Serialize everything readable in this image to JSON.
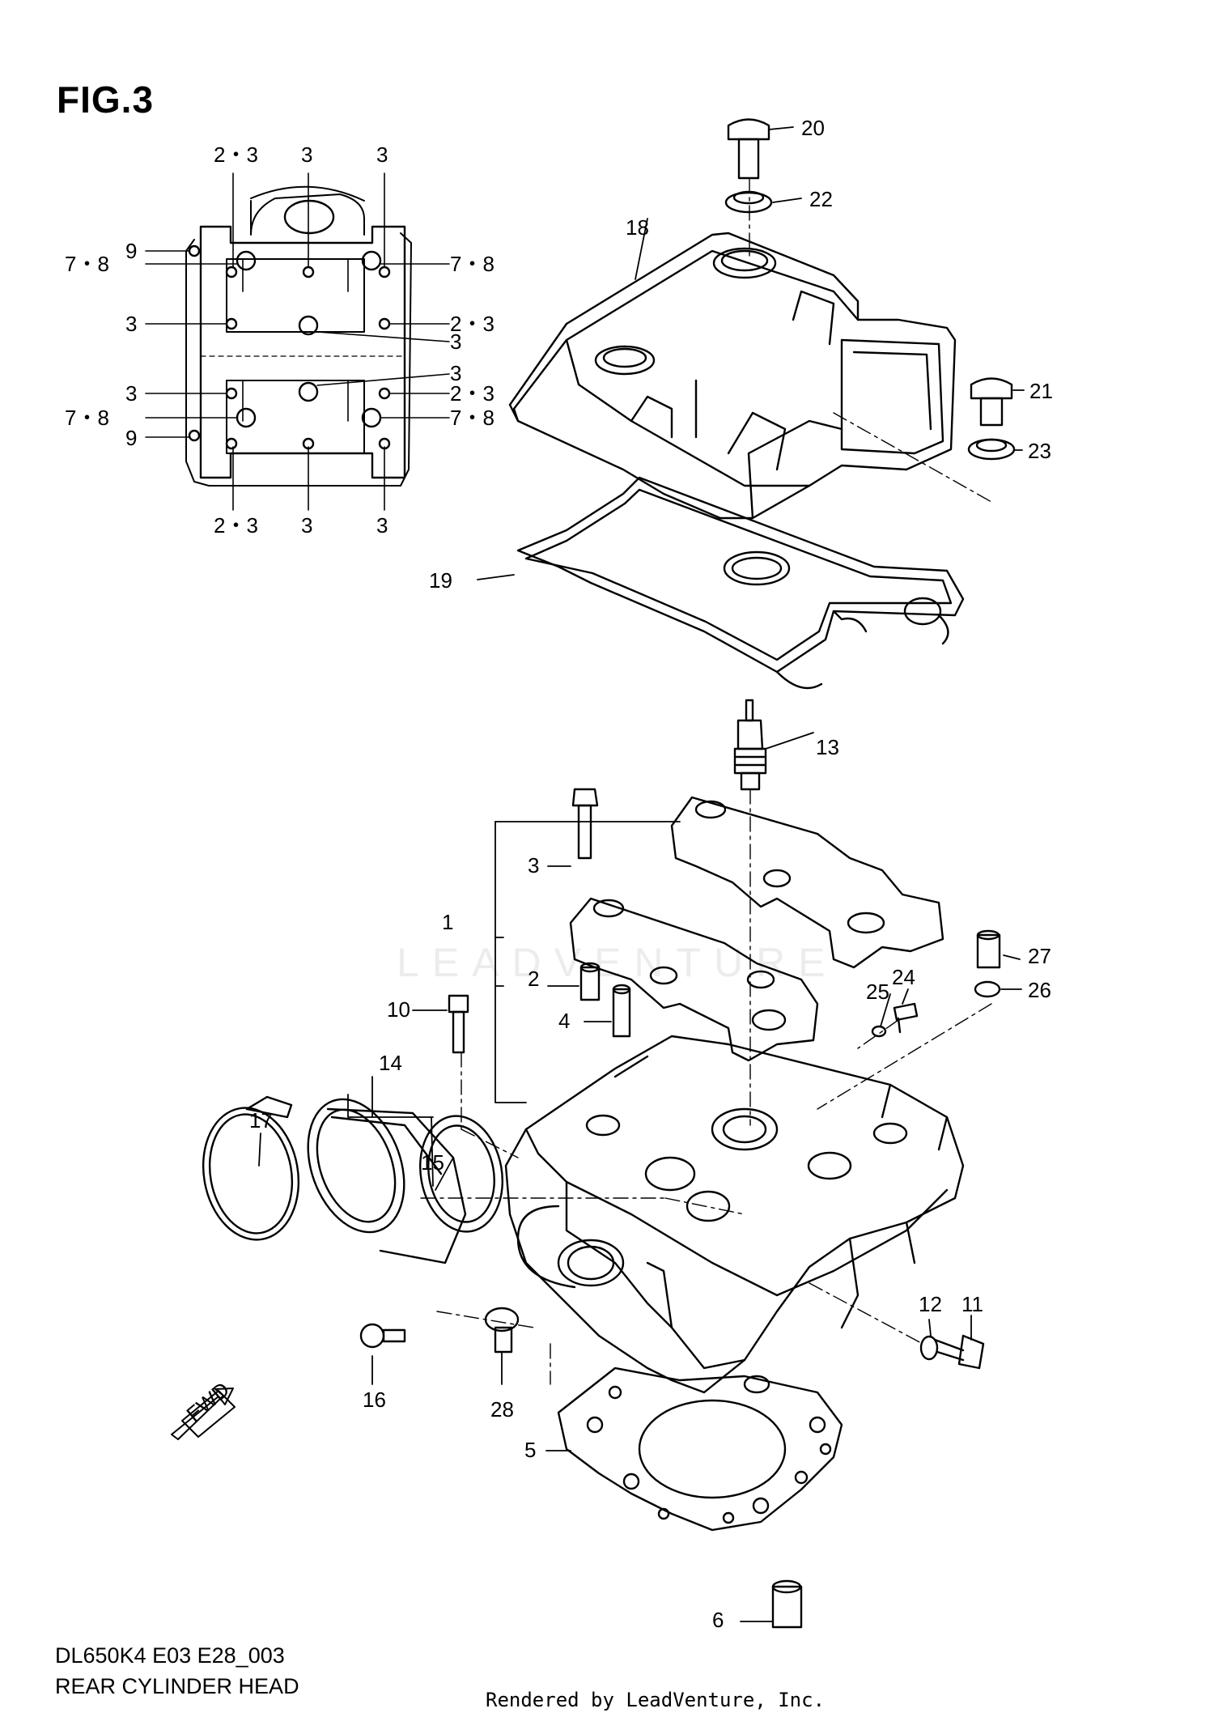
{
  "figure": {
    "title": "FIG.3",
    "model_code": "DL650K4 E03 E28_003",
    "name": "REAR CYLINDER HEAD",
    "credit": "Rendered by LeadVenture, Inc.",
    "watermark": "LEADVENTURE",
    "fwd_label": "FWD"
  },
  "gasket_map_labels": {
    "top": [
      "2・3",
      "3",
      "3"
    ],
    "left": [
      "9",
      "7・8",
      "3",
      "3",
      "7・8",
      "9"
    ],
    "right": [
      "7・8",
      "2・3",
      "3",
      "3",
      "2・3",
      "7・8"
    ],
    "bottom": [
      "2・3",
      "3",
      "3"
    ]
  },
  "callouts": [
    "1",
    "2",
    "3",
    "4",
    "5",
    "6",
    "10",
    "11",
    "12",
    "13",
    "14",
    "15",
    "16",
    "17",
    "18",
    "19",
    "20",
    "21",
    "22",
    "23",
    "24",
    "25",
    "26",
    "27",
    "28"
  ]
}
